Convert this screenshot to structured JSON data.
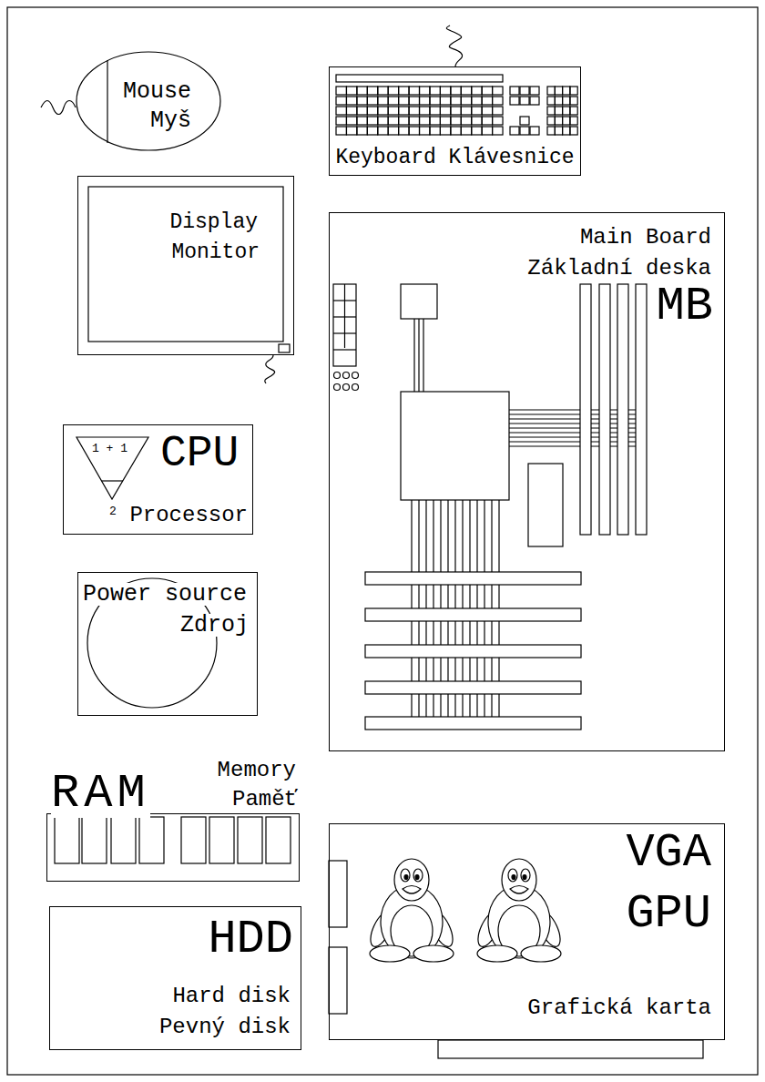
{
  "diagram": {
    "nodes": [
      {
        "text": [
          "Mouse",
          "Myš"
        ]
      },
      {
        "text": [
          "Keyboard Klávesnice"
        ]
      },
      {
        "text": [
          "Display",
          "Monitor"
        ]
      },
      {
        "text": [
          "Main Board",
          "Základní deska",
          "MB"
        ]
      },
      {
        "text": [
          "1 + 1",
          "2",
          "CPU",
          "Processor"
        ]
      },
      {
        "text": [
          "Power source",
          "Zdroj"
        ]
      },
      {
        "text": [
          "RAM",
          "Memory",
          "Paměť"
        ]
      },
      {
        "text": [
          "HDD",
          "Hard disk",
          "Pevný disk"
        ]
      },
      {
        "text": [
          "VGA",
          "GPU",
          "Grafická karta"
        ]
      }
    ]
  }
}
